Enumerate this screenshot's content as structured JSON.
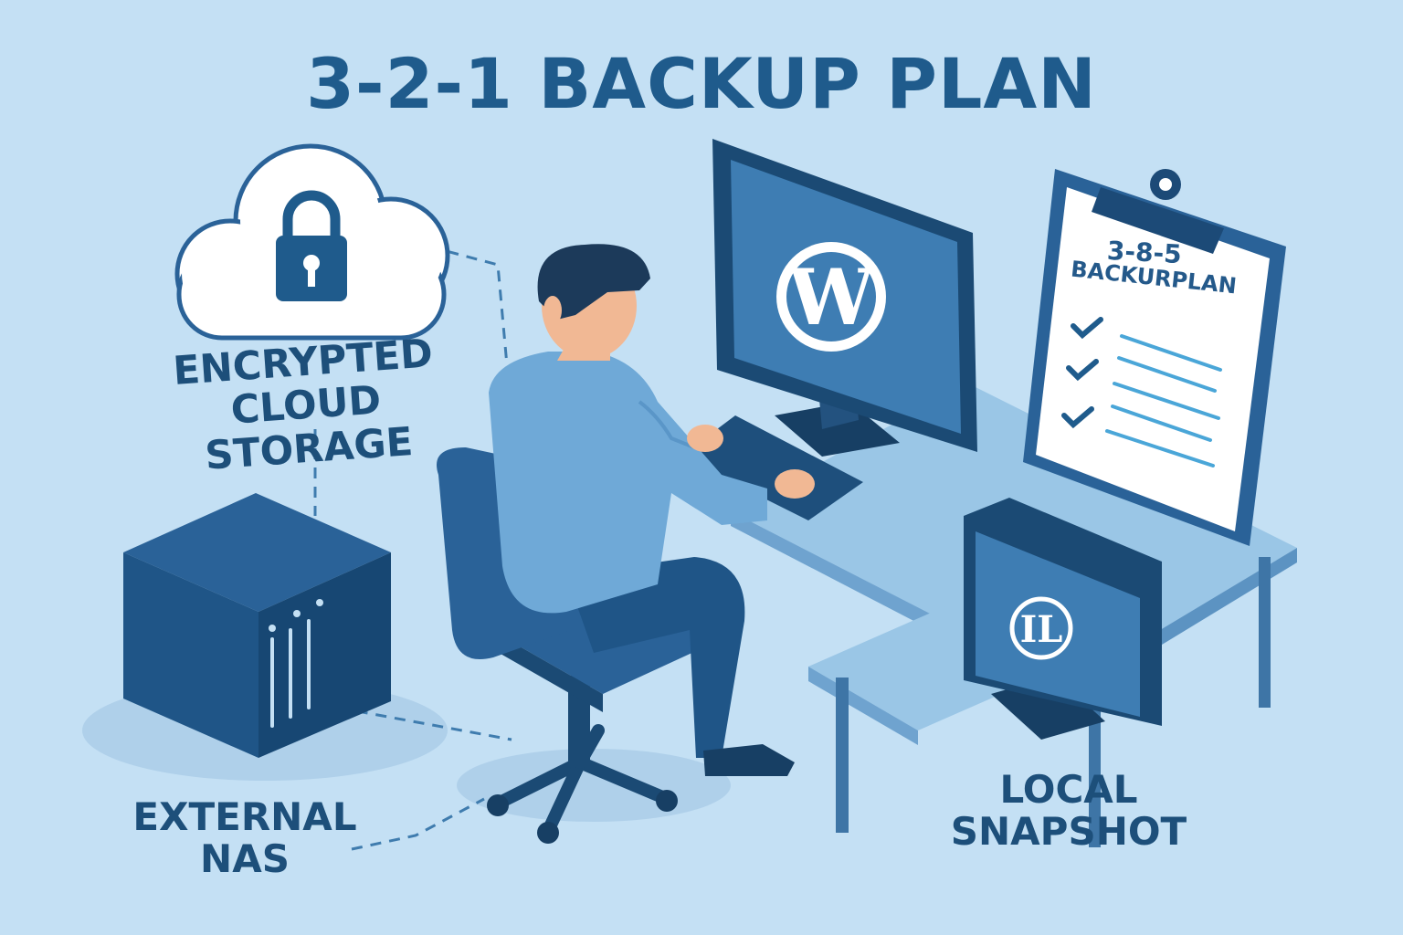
{
  "title": "3-2-1 BACKUP PLAN",
  "cloud": {
    "label_line1": "ENCRYPTED",
    "label_line2": "CLOUD STORAGE",
    "icon": "lock-icon"
  },
  "nas": {
    "label_line1": "EXTERNAL",
    "label_line2": "NAS"
  },
  "snapshot": {
    "label_line1": "LOCAL",
    "label_line2": "SNAPSHOT",
    "screen_logo": "IL"
  },
  "monitor": {
    "logo": "W",
    "icon": "wordpress-icon"
  },
  "clipboard": {
    "line1": "3-8-5",
    "line2": "BACKURPLAN",
    "checklist_items": 3
  },
  "colors": {
    "background": "#c4e0f4",
    "primary": "#1f5b8c",
    "dark": "#1d4f7a",
    "accent": "#4aa6d8"
  }
}
